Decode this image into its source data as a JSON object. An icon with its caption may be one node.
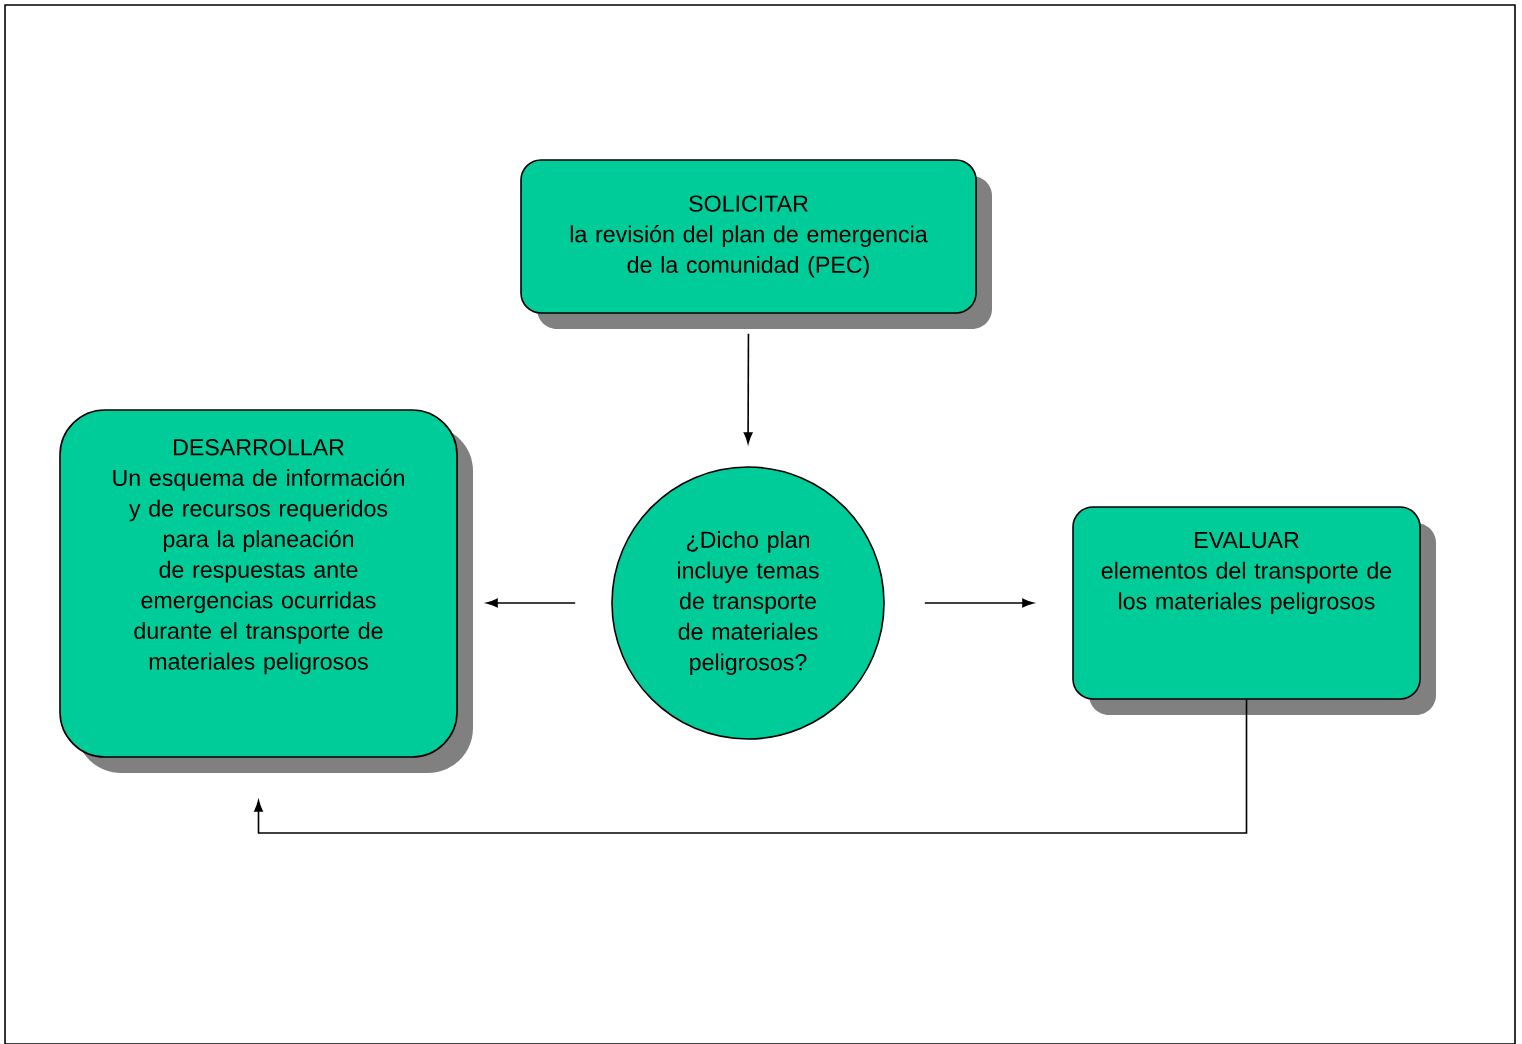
{
  "diagram": {
    "nodes": [
      {
        "text": [
          "SOLICITAR",
          "la revisión del plan de emergencia de la comunidad (PEC)"
        ]
      },
      {
        "text": [
          "DESARROLLAR",
          "Un esquema de información y de recursos requeridos para la planeación de respuestas ante emergencias ocurridas durante el transporte de materiales peligrosos"
        ]
      },
      {
        "text": [
          "¿Dicho plan incluye temas de transporte de materiales peligrosos?"
        ]
      },
      {
        "text": [
          "EVALUAR",
          "elementos del transporte de los materiales peligrosos"
        ]
      }
    ],
    "edges": [
      {
        "from": 0,
        "to": 2,
        "arrow": "to"
      },
      {
        "from": 2,
        "to": 1,
        "arrow": "to"
      },
      {
        "from": 2,
        "to": 3,
        "arrow": "to"
      },
      {
        "from": 3,
        "to": 1,
        "arrow": "to"
      }
    ]
  }
}
